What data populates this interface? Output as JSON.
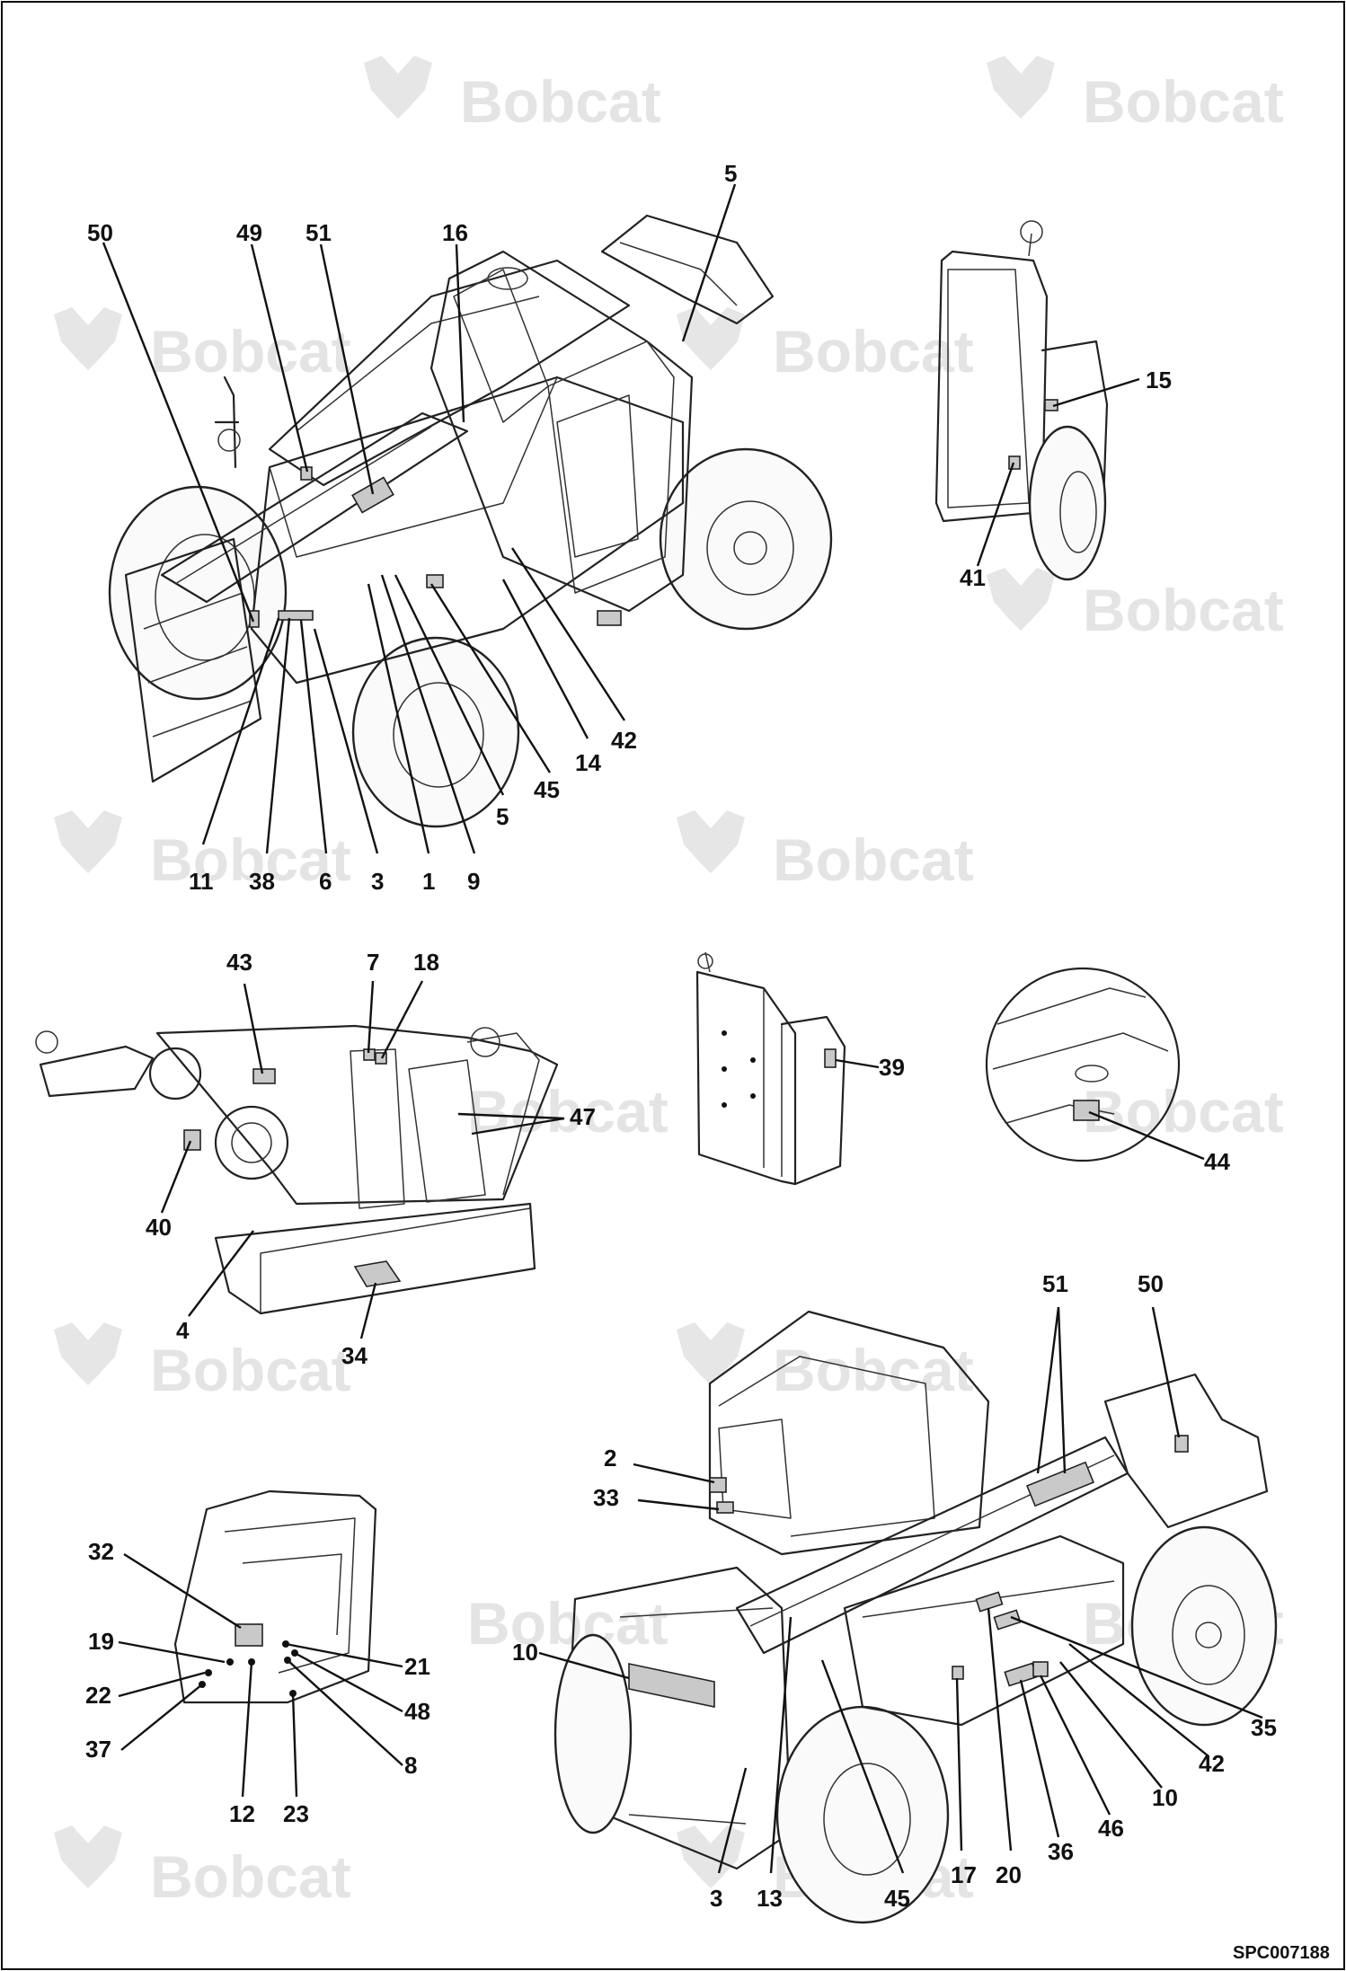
{
  "watermark_text": "Bobcat",
  "reference_code": "SPC007188",
  "callouts": {
    "v1": [
      "50",
      "49",
      "51",
      "16",
      "5",
      "11",
      "38",
      "6",
      "3",
      "1",
      "9",
      "5",
      "45",
      "14",
      "42"
    ],
    "v2": [
      "15",
      "41"
    ],
    "v3": [
      "43",
      "7",
      "18",
      "47",
      "40",
      "4",
      "34"
    ],
    "v4": [
      "39"
    ],
    "v5": [
      "44"
    ],
    "v6": [
      "32",
      "19",
      "22",
      "37",
      "12",
      "23",
      "8",
      "48",
      "21"
    ],
    "v7": [
      "51",
      "50",
      "2",
      "33",
      "10",
      "3",
      "13",
      "45",
      "17",
      "20",
      "36",
      "46",
      "10",
      "42",
      "35"
    ]
  }
}
